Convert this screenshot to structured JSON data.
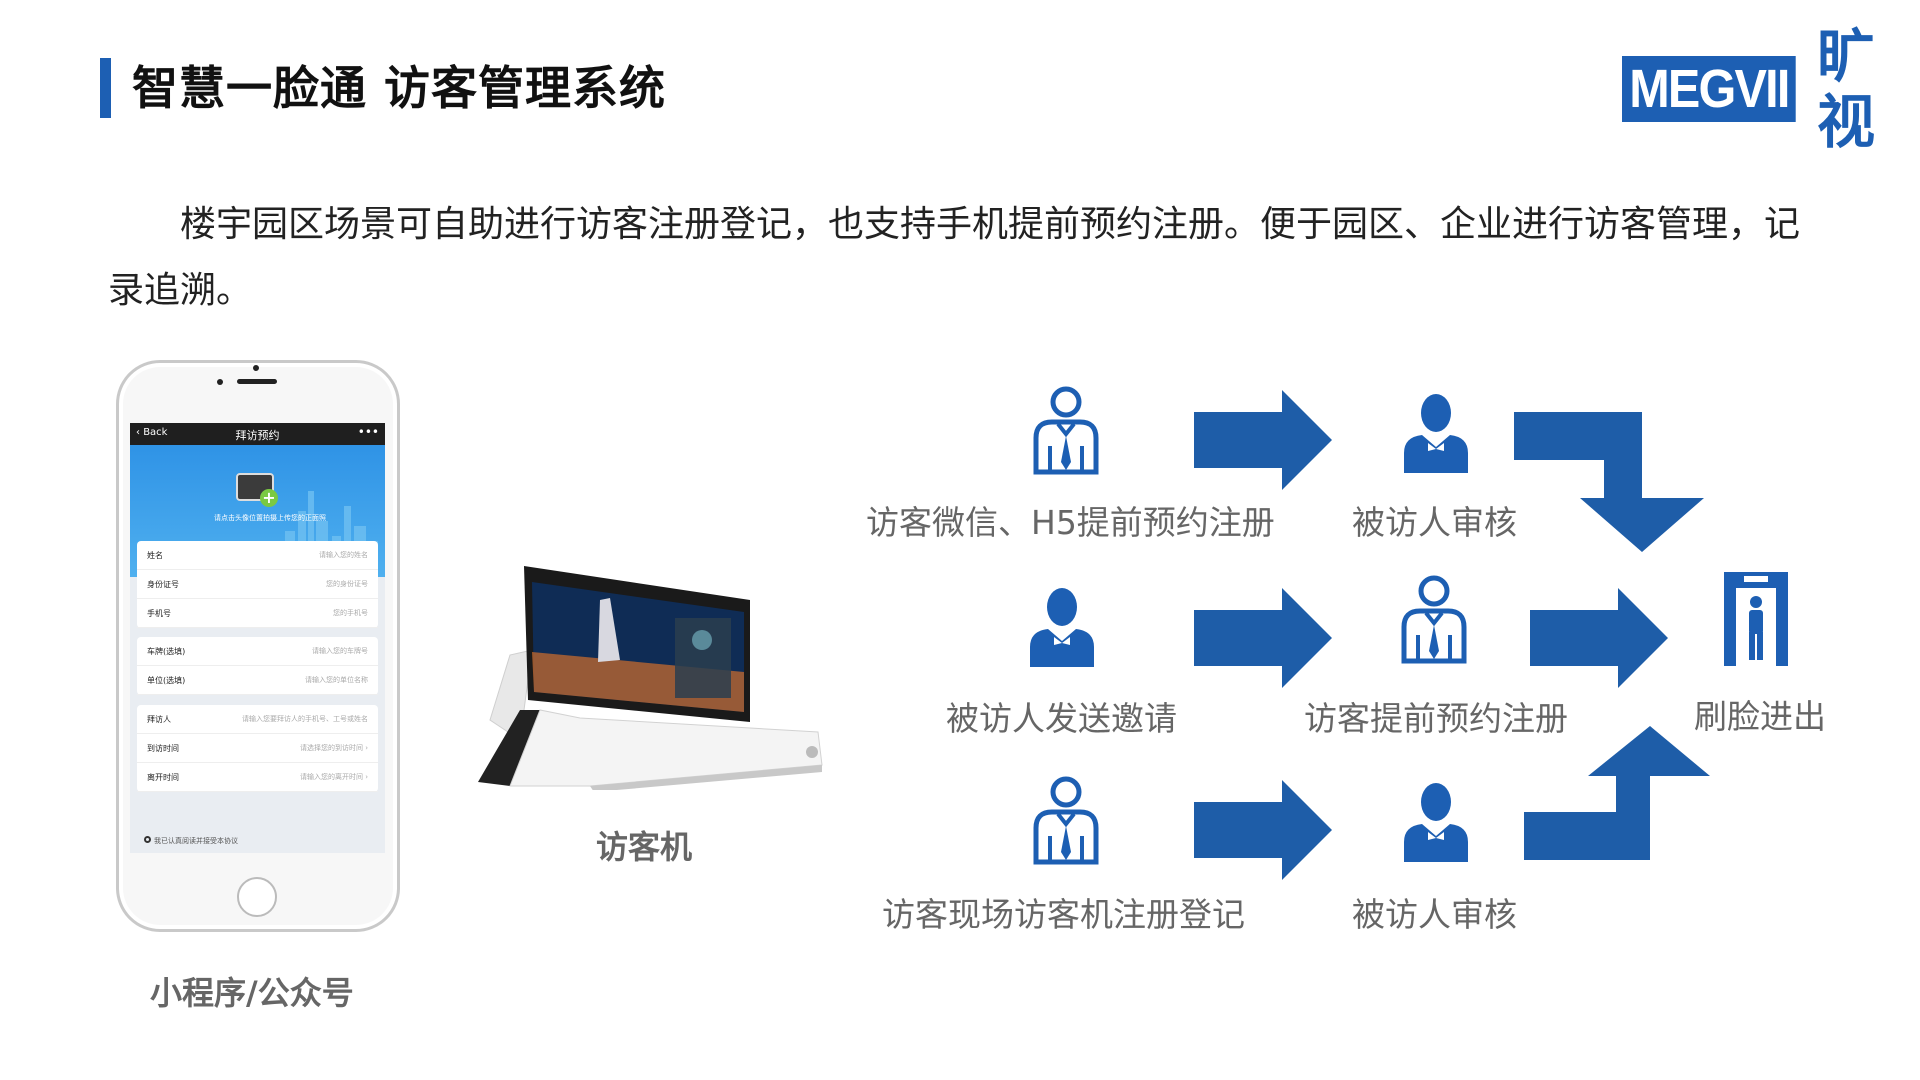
{
  "header": {
    "title": "智慧一脸通 访客管理系统",
    "logo_en": "MEGVII",
    "logo_cn": "旷视"
  },
  "intro": "楼宇园区场景可自助进行访客注册登记，也支持手机提前预约注册。便于园区、企业进行访客管理，记录追溯。",
  "phone": {
    "nav_back": "Back",
    "nav_title": "拜访预约",
    "nav_more": "•••",
    "hero_text": "请点击头像位置拍摄上传您的正面照",
    "fields_group1": [
      {
        "label": "姓名",
        "placeholder": "请输入您的姓名"
      },
      {
        "label": "身份证号",
        "placeholder": "您的身份证号"
      },
      {
        "label": "手机号",
        "placeholder": "您的手机号"
      }
    ],
    "fields_group2": [
      {
        "label": "车牌(选填)",
        "placeholder": "请输入您的车牌号"
      },
      {
        "label": "单位(选填)",
        "placeholder": "请输入您的单位名称"
      }
    ],
    "fields_group3": [
      {
        "label": "拜访人",
        "placeholder": "请输入您要拜访人的手机号、工号或姓名"
      },
      {
        "label": "到访时间",
        "placeholder": "请选择您的到访时间 ›"
      },
      {
        "label": "离开时间",
        "placeholder": "请输入您的离开时间 ›"
      }
    ],
    "agreement": "我已认真阅读并接受本协议",
    "caption": "小程序/公众号"
  },
  "kiosk": {
    "caption": "访客机"
  },
  "flow": {
    "row1": {
      "left": "访客微信、H5提前预约注册",
      "right": "被访人审核"
    },
    "row2": {
      "left": "被访人发送邀请",
      "right": "访客提前预约注册"
    },
    "row3": {
      "left": "访客现场访客机注册登记",
      "right": "被访人审核"
    },
    "end": "刷脸进出"
  },
  "colors": {
    "brand_blue": "#1d5fb3",
    "arrow_blue": "#1e5da8"
  }
}
